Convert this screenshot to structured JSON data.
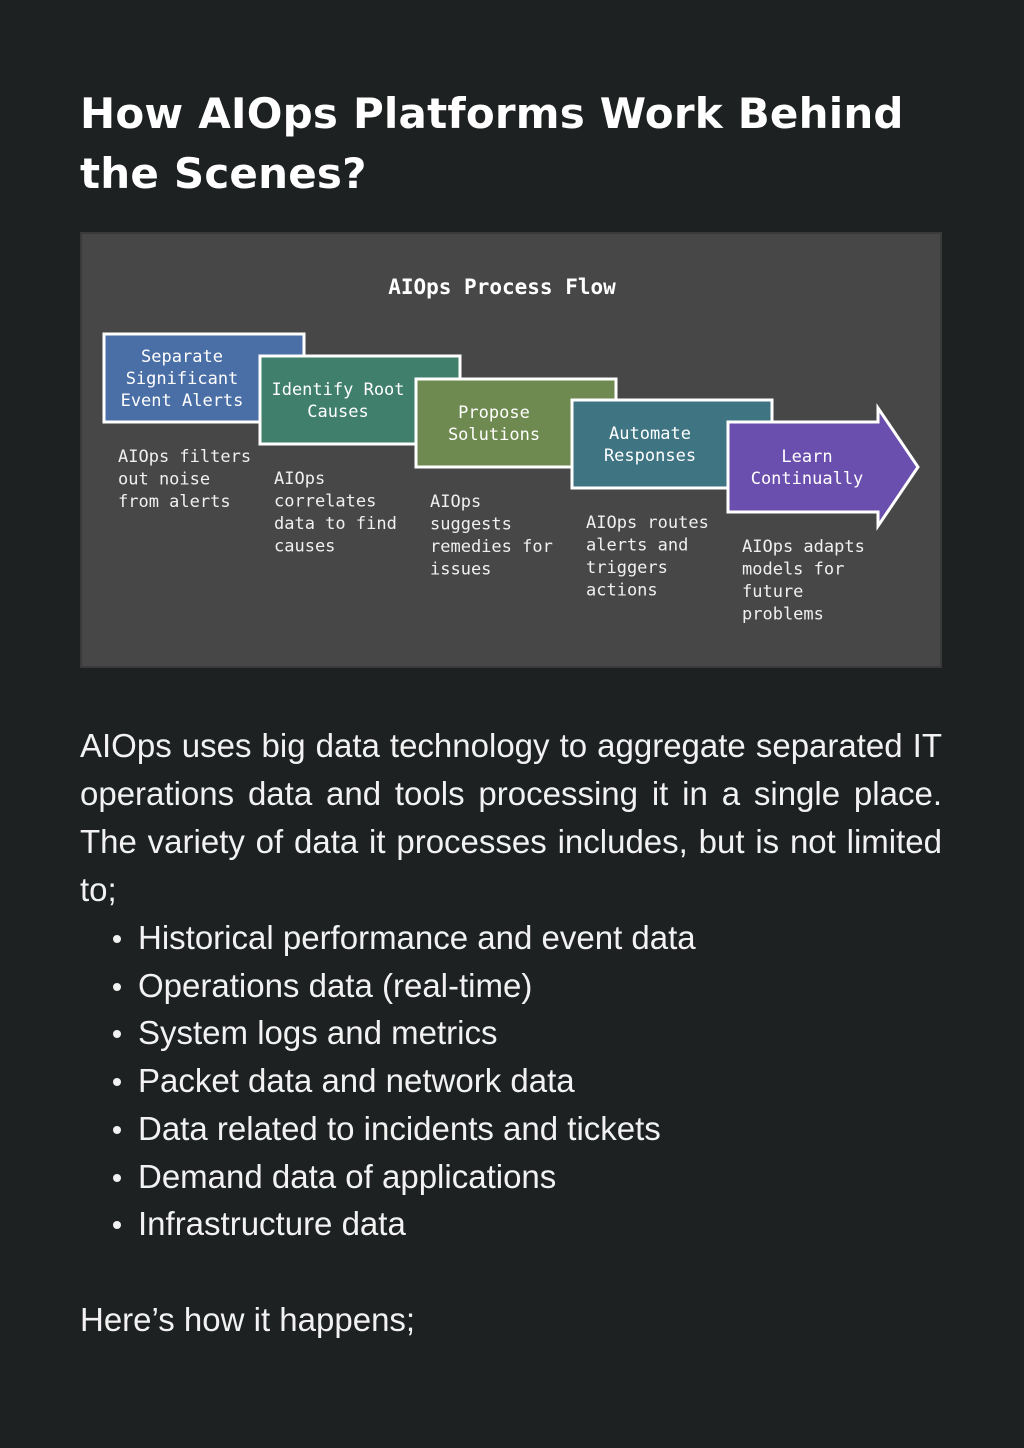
{
  "title": "How AIOps Platforms Work Behind the Scenes?",
  "figure": {
    "title": "AIOps Process Flow",
    "colors": {
      "background": "#474747",
      "step1": "#4a6fa6",
      "step2": "#3f7f6c",
      "step3": "#6e8a50",
      "step4": "#3f7583",
      "step5": "#6b4fae"
    },
    "steps": [
      {
        "label_lines": [
          "Separate",
          "Significant",
          "Event Alerts"
        ],
        "desc_lines": [
          "AIOps filters",
          "out noise",
          "from alerts"
        ]
      },
      {
        "label_lines": [
          "Identify Root",
          "Causes"
        ],
        "desc_lines": [
          "AIOps",
          "correlates",
          "data to find",
          "causes"
        ]
      },
      {
        "label_lines": [
          "Propose",
          "Solutions"
        ],
        "desc_lines": [
          "AIOps",
          "suggests",
          "remedies for",
          "issues"
        ]
      },
      {
        "label_lines": [
          "Automate",
          "Responses"
        ],
        "desc_lines": [
          "AIOps routes",
          "alerts and",
          "triggers",
          "actions"
        ]
      },
      {
        "label_lines": [
          "Learn",
          "Continually"
        ],
        "desc_lines": [
          "AIOps adapts",
          "models for",
          "future",
          "problems"
        ]
      }
    ]
  },
  "paragraph": "AIOps uses big data technology to aggregate separated IT operations data and tools processing it in a single place. The variety of data it processes includes, but is not limited to;",
  "bullets": [
    "Historical performance and event data",
    "Operations data (real-time)",
    "System logs and metrics",
    "Packet data and network data",
    "Data related to incidents and tickets",
    "Demand data of applications",
    "Infrastructure data"
  ],
  "closing": "Here’s how it happens;"
}
